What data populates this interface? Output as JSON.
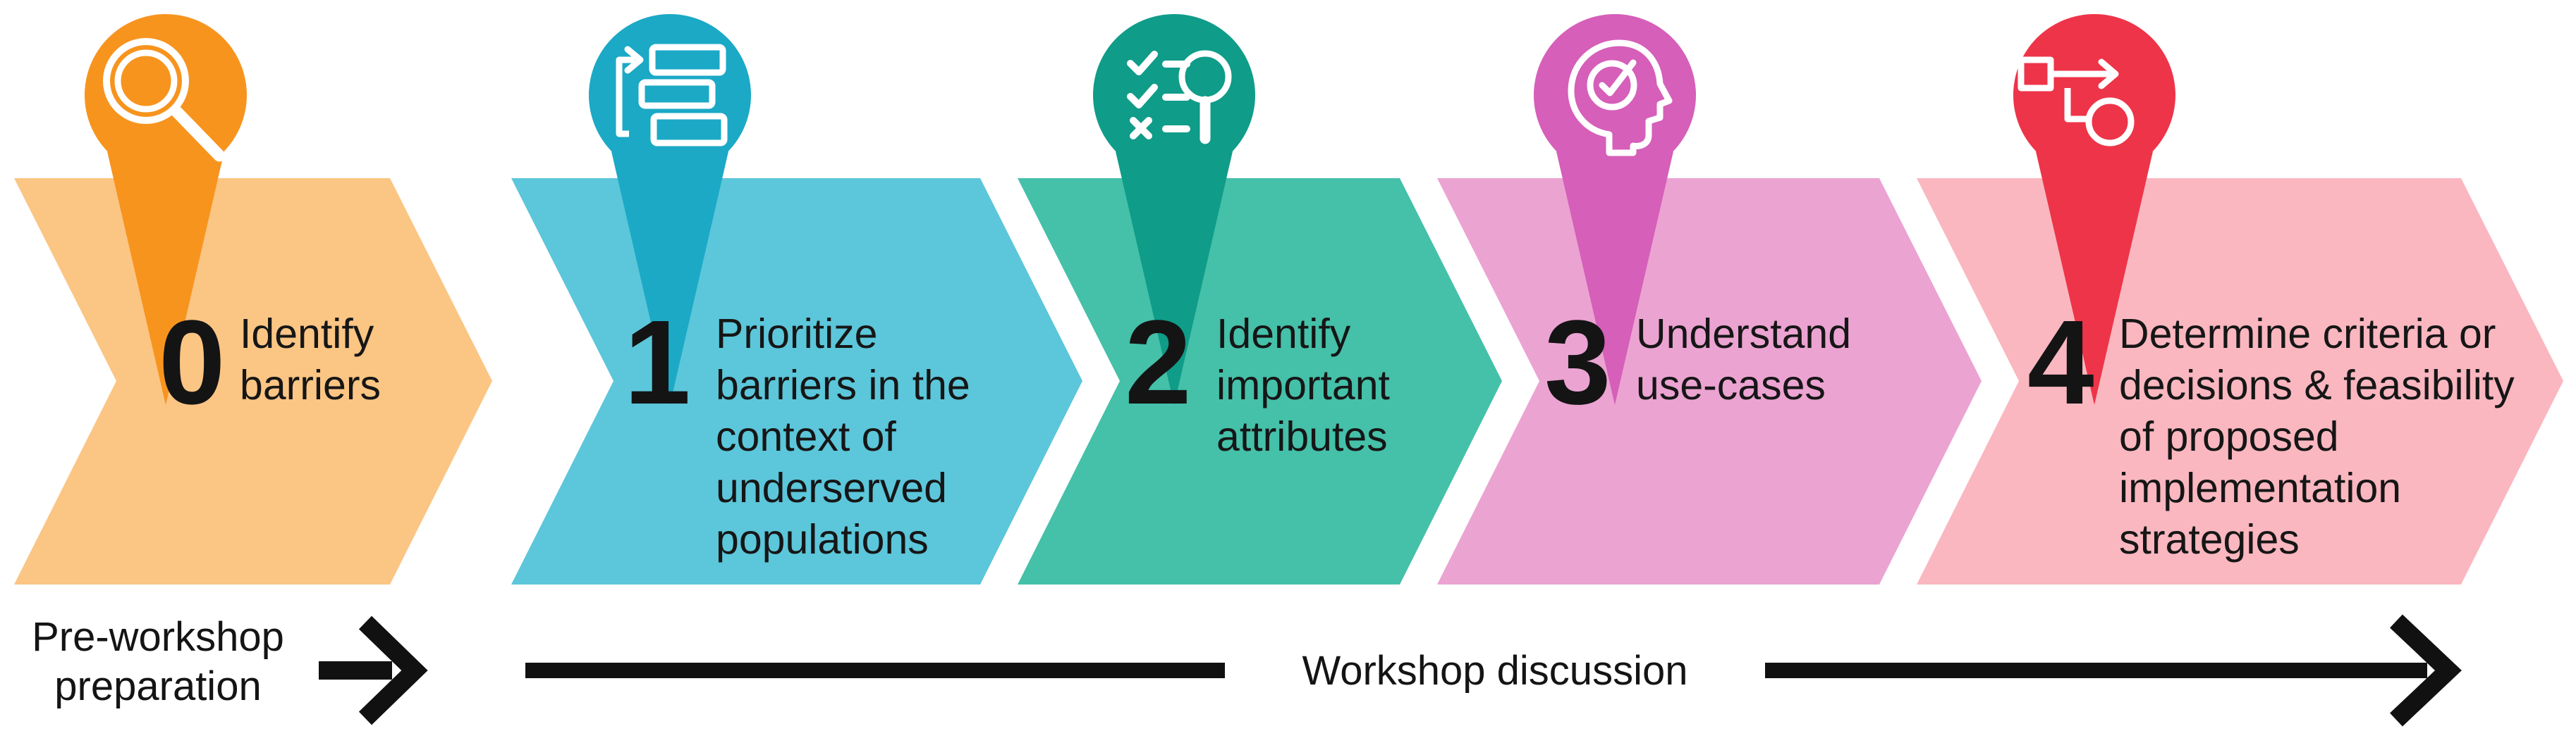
{
  "steps": [
    {
      "number": "0",
      "icon": "magnifier-icon",
      "pin_color": "#F7941E",
      "body_color": "#FBC584",
      "lines": [
        "Identify",
        "barriers"
      ]
    },
    {
      "number": "1",
      "icon": "prioritize-stack-icon",
      "pin_color": "#1BA9C6",
      "body_color": "#5CC6DA",
      "lines": [
        "Prioritize",
        "barriers in the",
        "context of",
        "underserved",
        "populations"
      ]
    },
    {
      "number": "2",
      "icon": "checklist-magnifier-icon",
      "pin_color": "#0F9C89",
      "body_color": "#45C0A9",
      "lines": [
        "Identify",
        "important",
        "attributes"
      ]
    },
    {
      "number": "3",
      "icon": "head-check-icon",
      "pin_color": "#D55FB9",
      "body_color": "#EBA3D2",
      "lines": [
        "Understand",
        "use-cases"
      ]
    },
    {
      "number": "4",
      "icon": "decision-flow-icon",
      "pin_color": "#EE3448",
      "body_color": "#FAB7C0",
      "lines": [
        "Determine criteria or",
        "decisions & feasibility",
        "of proposed",
        "implementation",
        "strategies"
      ]
    }
  ],
  "timeline": {
    "pre_line1": "Pre-workshop",
    "pre_line2": "preparation",
    "workshop_label": "Workshop discussion"
  },
  "colors": {
    "icon_stroke": "#FFFFFF",
    "arrow": "#111111",
    "text": "#161616",
    "background": "#FFFFFF"
  }
}
